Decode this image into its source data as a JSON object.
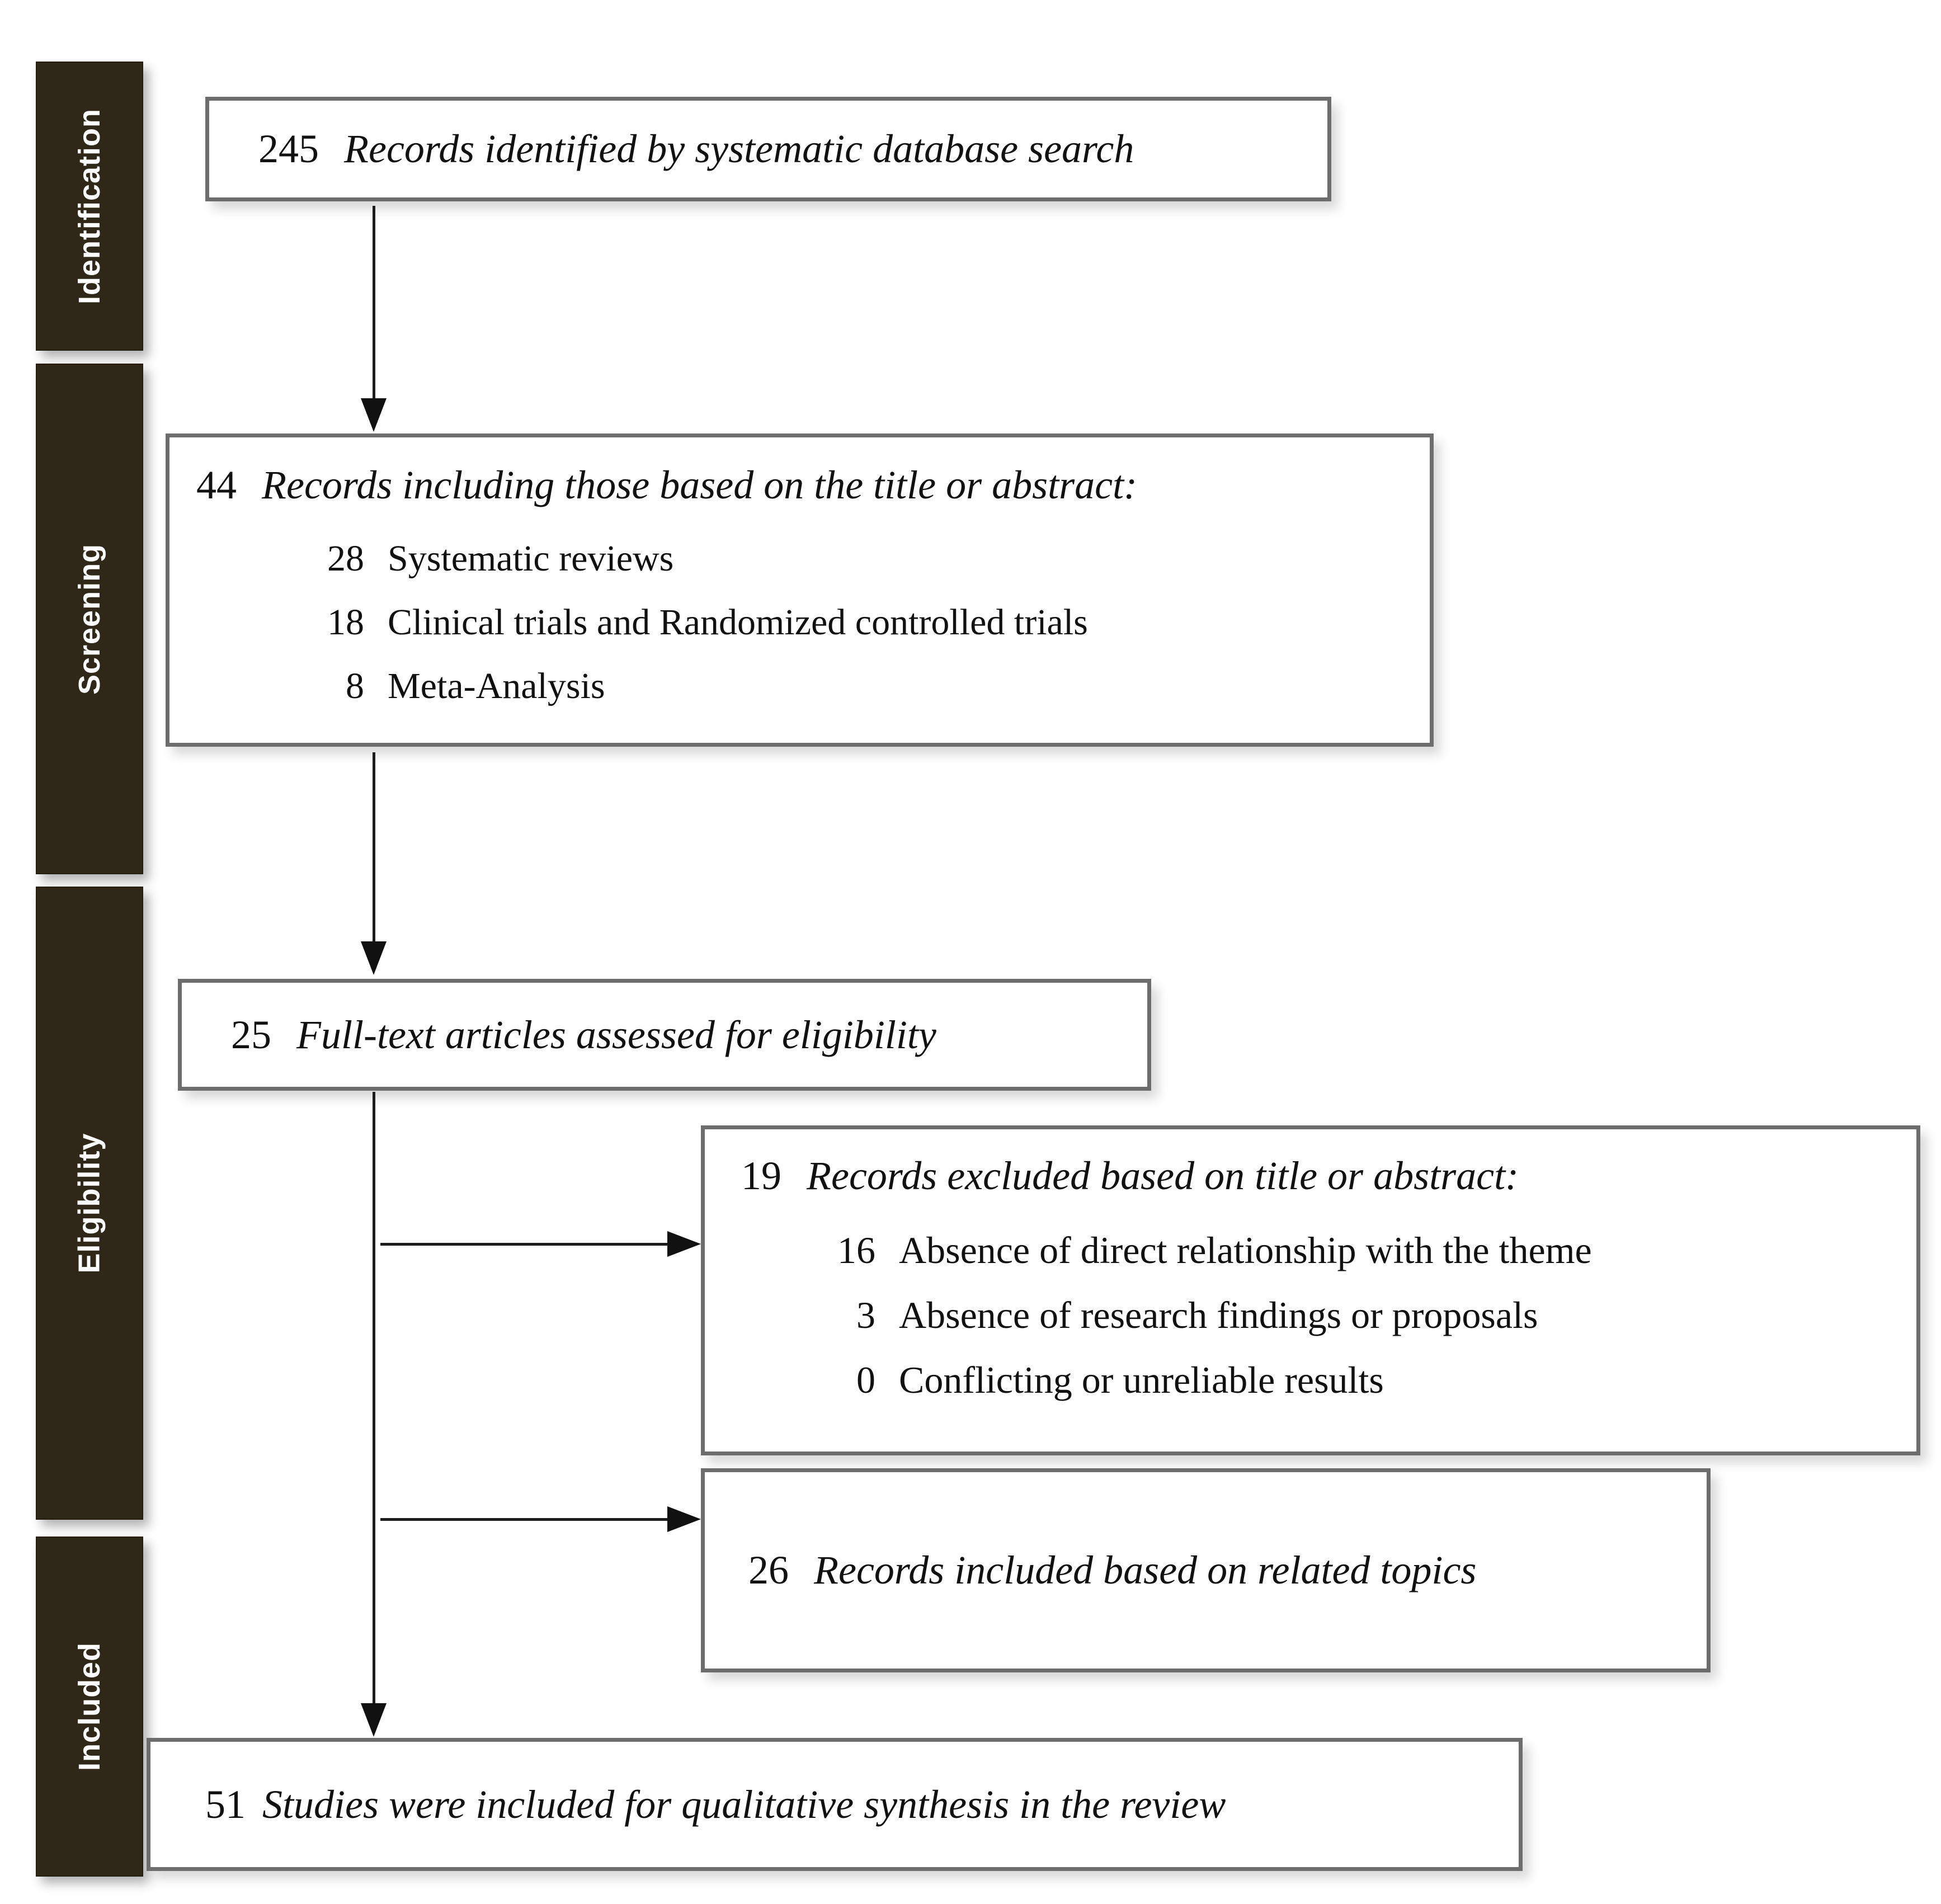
{
  "figure": {
    "type": "prisma-flow-diagram",
    "stages": [
      {
        "label": "Identification"
      },
      {
        "label": "Screening"
      },
      {
        "label": "Eligibility"
      },
      {
        "label": "Included"
      }
    ],
    "boxes": {
      "identified": {
        "count": "245",
        "text": "Records identified by systematic database search"
      },
      "screened": {
        "count": "44",
        "text": "Records including those based on the title or abstract:",
        "items": [
          {
            "count": "28",
            "text": "Systematic reviews"
          },
          {
            "count": "18",
            "text": "Clinical trials and Randomized controlled trials"
          },
          {
            "count": "8",
            "text": "Meta-Analysis"
          }
        ]
      },
      "fulltext": {
        "count": "25",
        "text": "Full-text articles assessed for eligibility"
      },
      "excluded": {
        "count": "19",
        "text": "Records excluded based on title or abstract:",
        "items": [
          {
            "count": "16",
            "text": "Absence of direct relationship with the theme"
          },
          {
            "count": "3",
            "text": "Absence of research findings or proposals"
          },
          {
            "count": "0",
            "text": "Conflicting or unreliable results"
          }
        ]
      },
      "related": {
        "count": "26",
        "text": "Records included based on related topics"
      },
      "included": {
        "count": "51",
        "text": "Studies were included for qualitative synthesis in the review"
      }
    },
    "colors": {
      "stage_bar": "#2f2717",
      "stage_text": "#ffffff",
      "box_border": "#6d6d6d",
      "box_background": "#fefefe",
      "arrow": "#1c1c1c",
      "text": "#111111"
    }
  }
}
